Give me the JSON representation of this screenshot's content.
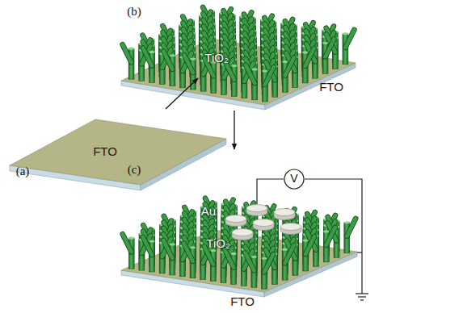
{
  "diagram": {
    "nodes": [
      {
        "text": [
          "FTO"
        ]
      },
      {
        "text": [
          "TiO₂",
          "FTO"
        ]
      },
      {
        "text": [
          "Au",
          "TiO₂",
          "FTO"
        ]
      },
      {
        "text": [
          "V"
        ]
      }
    ],
    "edges": [
      {
        "from": 0,
        "to": 1,
        "arrow": "to"
      },
      {
        "from": 1,
        "to": 2,
        "arrow": "to"
      }
    ],
    "labels": [
      "(a)",
      "(b)",
      "(c)"
    ]
  }
}
